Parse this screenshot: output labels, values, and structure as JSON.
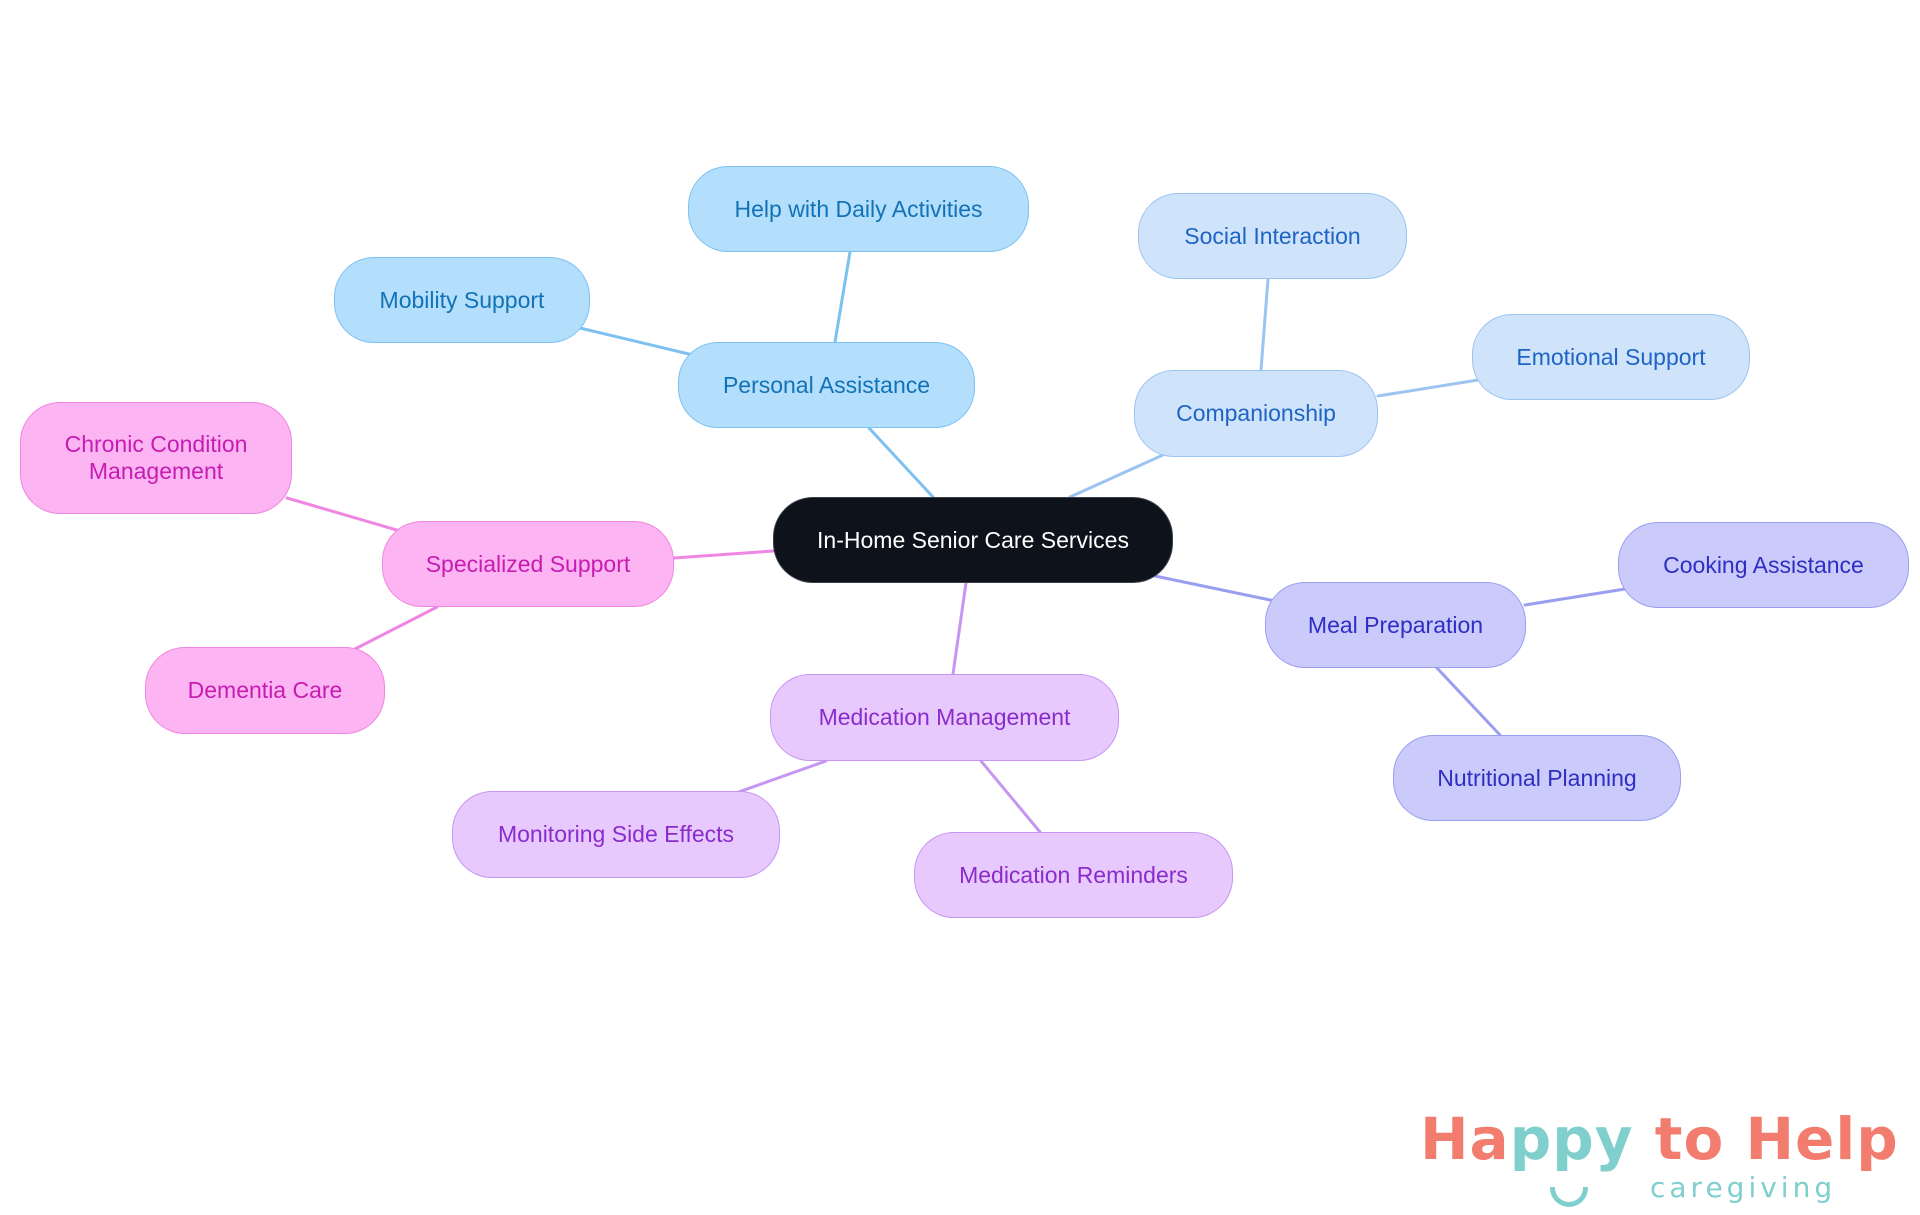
{
  "diagram": {
    "type": "mind-map",
    "root": {
      "id": "root",
      "label": "In-Home Senior Care Services"
    },
    "branches": [
      {
        "id": "personal",
        "label": "Personal Assistance",
        "color": "#7dc1f0",
        "children": [
          {
            "id": "daily",
            "label": "Help with Daily Activities"
          },
          {
            "id": "mobility",
            "label": "Mobility Support"
          }
        ]
      },
      {
        "id": "companionship",
        "label": "Companionship",
        "color": "#9cc4f1",
        "children": [
          {
            "id": "social",
            "label": "Social Interaction"
          },
          {
            "id": "emotional",
            "label": "Emotional Support"
          }
        ]
      },
      {
        "id": "meal",
        "label": "Meal Preparation",
        "color": "#9a9ef0",
        "children": [
          {
            "id": "cooking",
            "label": "Cooking Assistance"
          },
          {
            "id": "nutrition",
            "label": "Nutritional Planning"
          }
        ]
      },
      {
        "id": "medication",
        "label": "Medication Management",
        "color": "#c795f2",
        "children": [
          {
            "id": "sideeffects",
            "label": "Monitoring Side Effects"
          },
          {
            "id": "reminders",
            "label": "Medication Reminders"
          }
        ]
      },
      {
        "id": "specialized",
        "label": "Specialized Support",
        "color": "#ef86e1",
        "children": [
          {
            "id": "chronic",
            "label": "Chronic Condition Management"
          },
          {
            "id": "dementia",
            "label": "Dementia Care"
          }
        ]
      }
    ]
  },
  "nodes": {
    "root": "In-Home Senior Care Services",
    "personal": "Personal Assistance",
    "daily": "Help with Daily Activities",
    "mobility": "Mobility Support",
    "companionship": "Companionship",
    "social": "Social Interaction",
    "emotional": "Emotional Support",
    "meal": "Meal Preparation",
    "cooking": "Cooking Assistance",
    "nutrition": "Nutritional Planning",
    "medication": "Medication Management",
    "sideeffects": "Monitoring Side Effects",
    "reminders": "Medication Reminders",
    "specialized": "Specialized Support",
    "chronic": "Chronic Condition Management",
    "dementia": "Dementia Care"
  },
  "logo": {
    "part1": "Ha",
    "part2": "ppy",
    "part3": " to Help",
    "subtitle": "caregiving"
  }
}
